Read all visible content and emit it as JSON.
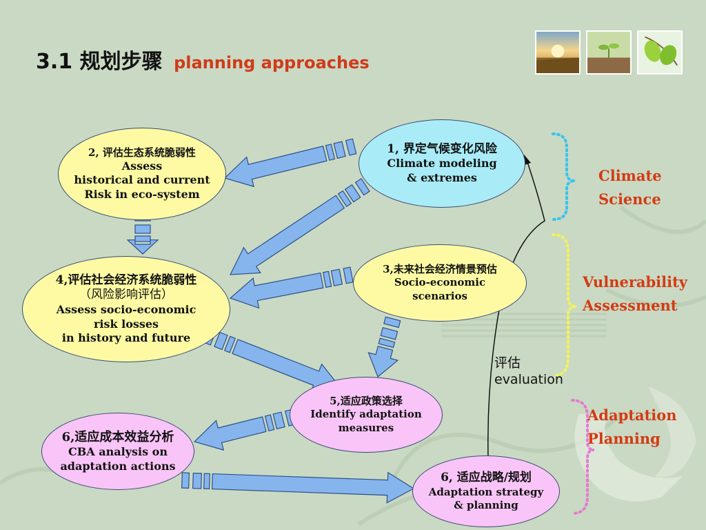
{
  "slide": {
    "title_number": "3.1",
    "title_zh": "规划步骤",
    "title_en": "planning approaches"
  },
  "thumbnails": [
    {
      "name": "sunset-field-image"
    },
    {
      "name": "sprout-image"
    },
    {
      "name": "green-leaf-image"
    }
  ],
  "nodes": {
    "n1": {
      "zh": "1, 界定气候变化风险",
      "lines": [
        "Climate modeling",
        "& extremes"
      ]
    },
    "n2": {
      "zh": "2, 评估生态系统脆弱性",
      "lines": [
        "Assess",
        "historical and current",
        "Risk in eco-system"
      ]
    },
    "n3": {
      "zh": "3,未来社会经济情景预估",
      "lines": [
        "Socio-economic",
        "scenarios"
      ]
    },
    "n4": {
      "zh": "4,评估社会经济系统脆弱性",
      "zh2": "（风险影响评估）",
      "lines": [
        "Assess socio-economic",
        "risk losses",
        "in history and future"
      ]
    },
    "n5": {
      "zh": "5,适应政策选择",
      "lines": [
        "Identify adaptation",
        "measures"
      ]
    },
    "n6a": {
      "zh": "6,适应成本效益分析",
      "lines": [
        "CBA analysis on",
        "adaptation actions"
      ]
    },
    "n6b": {
      "zh": "6, 适应战略/规划",
      "lines": [
        "Adaptation strategy",
        "& planning"
      ]
    }
  },
  "categories": {
    "climate": [
      "Climate",
      "Science"
    ],
    "vulnerability": [
      "Vulnerability",
      "Assessment"
    ],
    "adaptation": [
      "Adaptation",
      "Planning"
    ]
  },
  "evaluation": {
    "zh": "评估",
    "en": "evaluation"
  },
  "colors": {
    "background": "#c9d9c3",
    "node_yellow": "#fdfaa3",
    "node_blue": "#a9ecf7",
    "node_pink": "#f9c4f7",
    "arrow": "#86b5ee",
    "category_text": "#d33b12",
    "bracket_blue": "#39c3f0",
    "bracket_yellow": "#f4f25a",
    "bracket_pink": "#e67ad2"
  }
}
